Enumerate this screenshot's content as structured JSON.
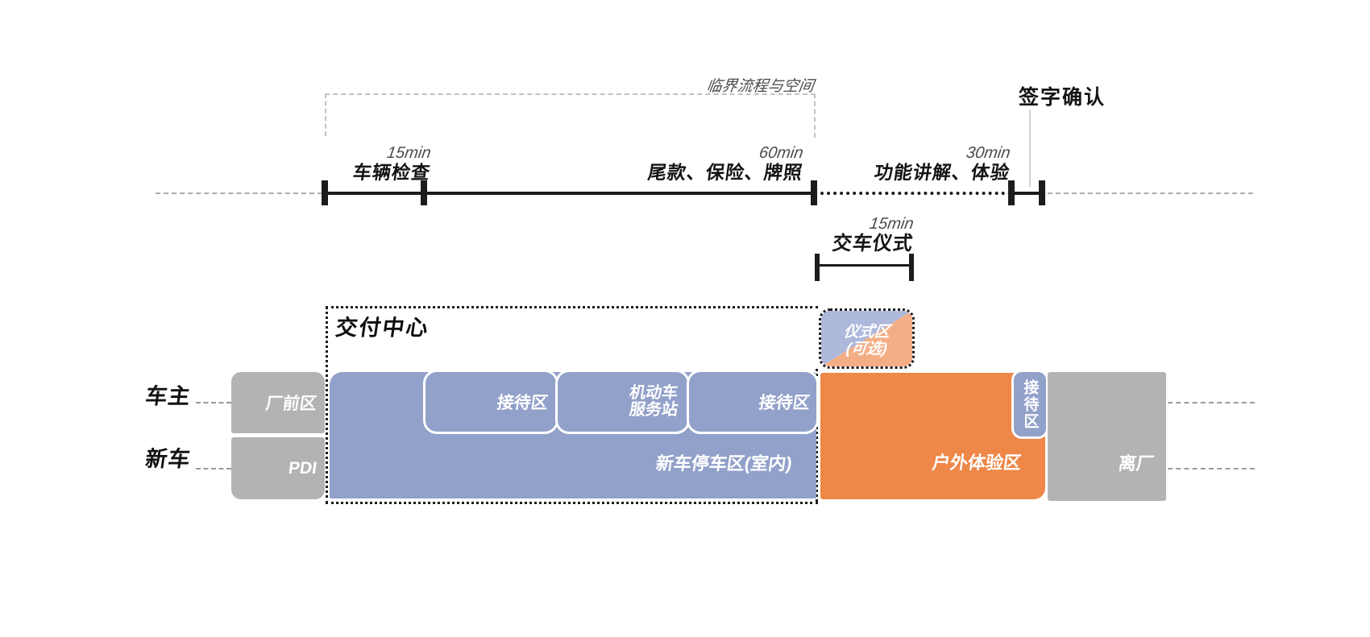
{
  "colors": {
    "blue": "#92a1ca",
    "blue_light": "#adb8db",
    "orange": "#ee8748",
    "orange_light": "#f4ae85",
    "gray": "#b5b2b2"
  },
  "timeline": {
    "critical_bracket_label": "临界流程与空间",
    "segments": [
      {
        "duration": "15min",
        "label": "车辆检查"
      },
      {
        "duration": "60min",
        "label": "尾款、保险、牌照"
      },
      {
        "duration": "30min",
        "label": "功能讲解、体验"
      }
    ],
    "signoff": {
      "label": "签字确认"
    },
    "ceremony": {
      "duration": "15min",
      "label": "交车仪式"
    }
  },
  "rows": {
    "owner_label": "车主",
    "newcar_label": "新车"
  },
  "delivery_center": {
    "title": "交付中心",
    "ceremony_zone_line1": "仪式区",
    "ceremony_zone_line2": "(可选)"
  },
  "zones": {
    "front": "厂前区",
    "pdi": "PDI",
    "reception_1": "接待区",
    "service_station_line1": "机动车",
    "service_station_line2": "服务站",
    "reception_2": "接待区",
    "indoor_parking": "新车停车区(室内)",
    "outdoor_experience": "户外体验区",
    "reception_3": "接待区",
    "departure": "离厂"
  }
}
